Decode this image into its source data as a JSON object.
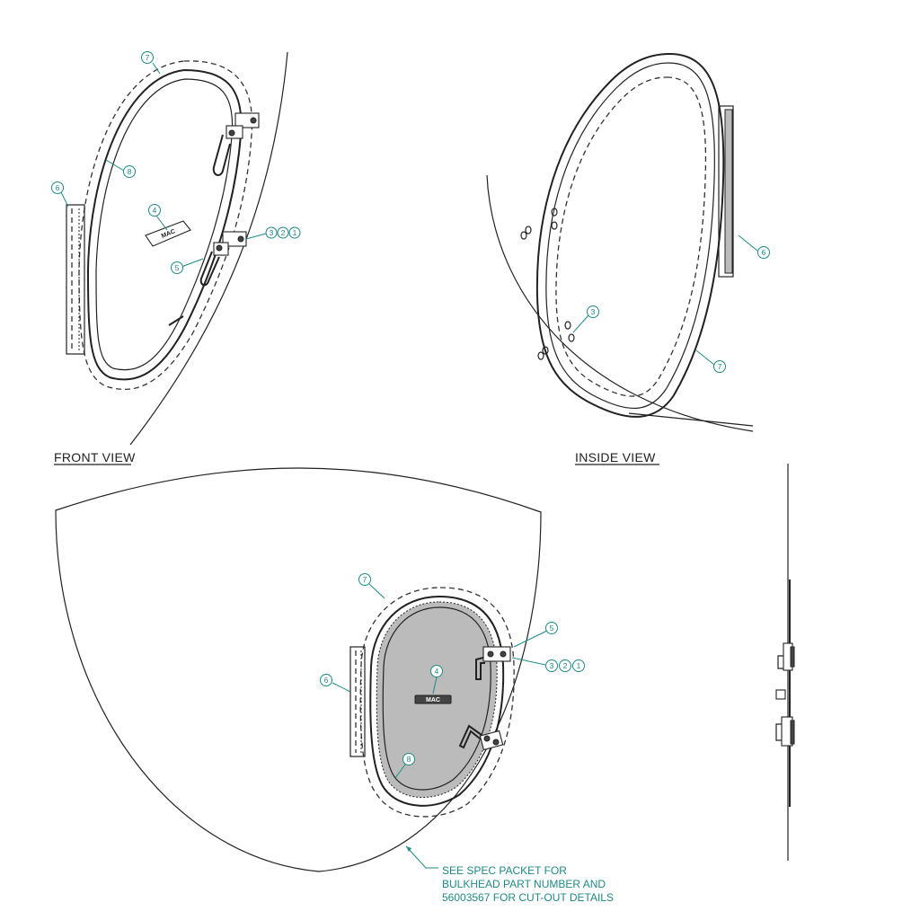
{
  "views": {
    "front": {
      "title": "FRONT VIEW"
    },
    "inside": {
      "title": "INSIDE VIEW"
    }
  },
  "callouts": {
    "front": [
      "7",
      "6",
      "8",
      "4",
      "5",
      "3",
      "2",
      "1"
    ],
    "inside": [
      "6",
      "3",
      "7"
    ],
    "main": [
      "7",
      "5",
      "3",
      "2",
      "1",
      "4",
      "6",
      "8"
    ]
  },
  "placard_text": "MAC",
  "note": {
    "line1": "SEE SPEC PACKET FOR",
    "line2": "BULKHEAD PART NUMBER AND",
    "line3": "56003567 FOR CUT-OUT DETAILS"
  },
  "colors": {
    "callout": "#1f8a86",
    "line": "#222222"
  }
}
